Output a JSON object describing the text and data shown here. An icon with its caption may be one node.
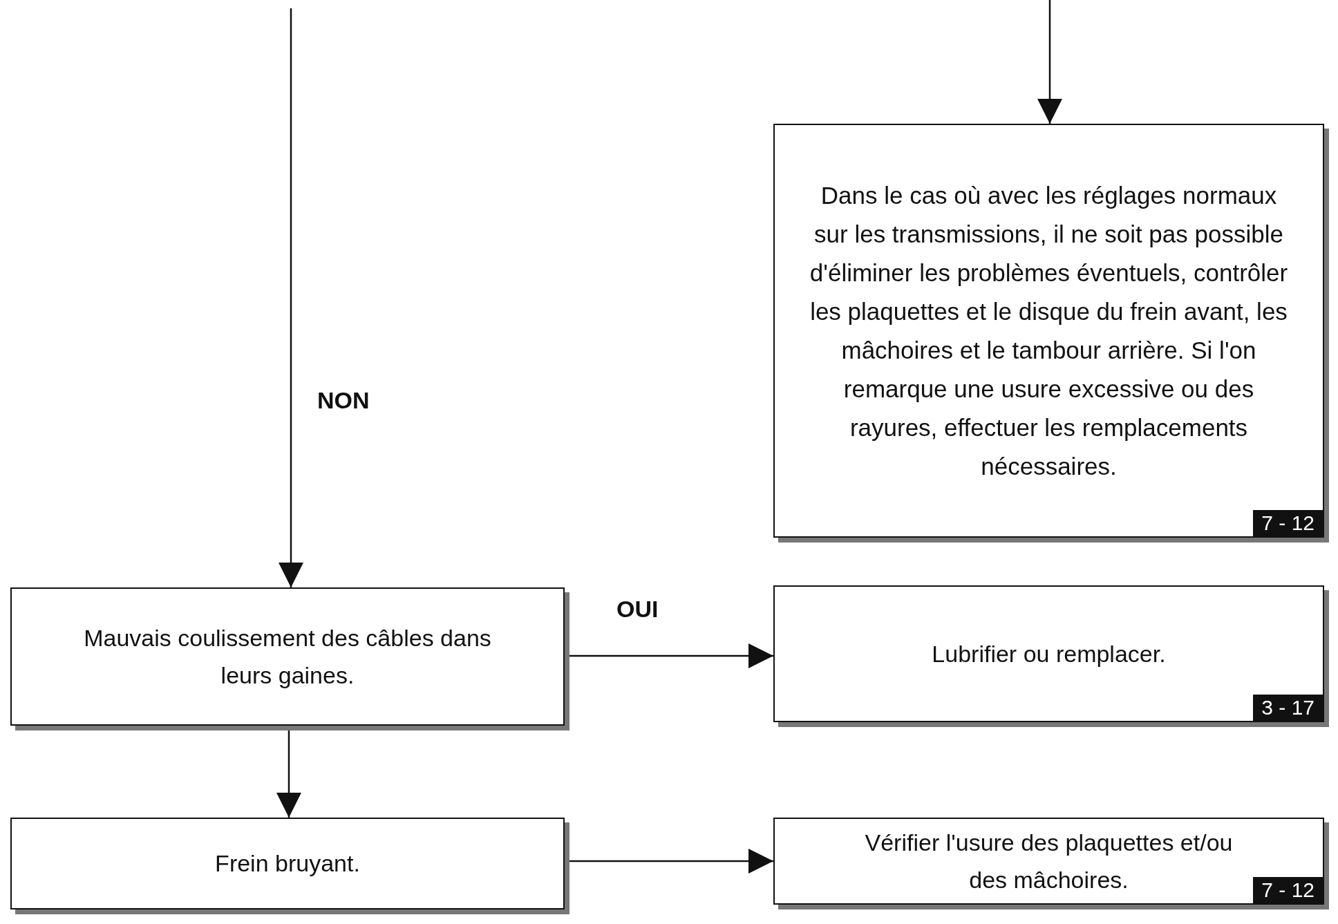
{
  "diagram": {
    "nodes": [
      {
        "text": [
          "Dans le cas où avec les réglages normaux sur les transmissions, il ne soit pas possible d'éliminer les problèmes éventuels, contrôler les plaquettes et le disque du frein avant, les mâchoires et le tambour arrière. Si l'on remarque une usure excessive ou des rayures, effectuer les remplacements nécessaires.",
          "7 - 12"
        ]
      },
      {
        "text": [
          "Mauvais coulissement des câbles dans leurs gaines."
        ]
      },
      {
        "text": [
          "Lubrifier ou remplacer.",
          "3 - 17"
        ]
      },
      {
        "text": [
          "Frein bruyant."
        ]
      },
      {
        "text": [
          "Vérifier l'usure des plaquettes et/ou des mâchoires.",
          "7 - 12"
        ]
      }
    ],
    "edges": [
      {
        "from": null,
        "to": 1,
        "arrow": "to",
        "label": "NON"
      },
      {
        "from": null,
        "to": 0,
        "arrow": "to"
      },
      {
        "from": 1,
        "to": 2,
        "arrow": "to",
        "label": "OUI"
      },
      {
        "from": 1,
        "to": 3,
        "arrow": "to"
      },
      {
        "from": 3,
        "to": 4,
        "arrow": "to"
      }
    ]
  }
}
